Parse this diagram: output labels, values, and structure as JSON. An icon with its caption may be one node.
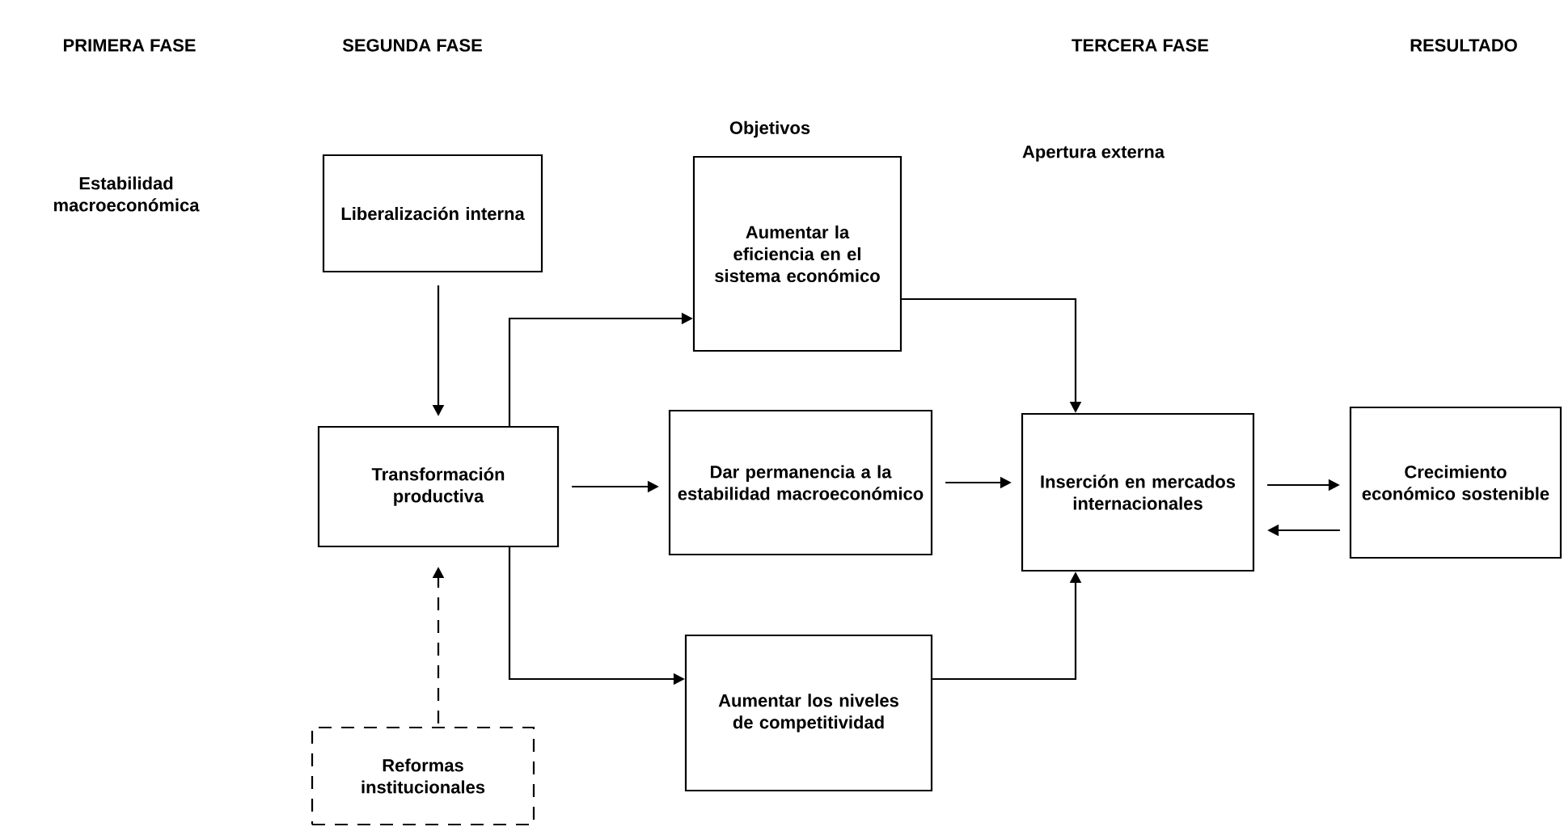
{
  "diagram": {
    "nodes": [
      {
        "text": [
          "Liberalización interna"
        ]
      },
      {
        "text": [
          "Transformación productiva"
        ]
      },
      {
        "text": [
          "Reformas institucionales"
        ]
      },
      {
        "text": [
          "Aumentar la eficiencia en el sistema económico"
        ]
      },
      {
        "text": [
          "Dar permanencia a la estabilidad macroeconómico"
        ]
      },
      {
        "text": [
          "Aumentar los niveles de competitividad"
        ]
      },
      {
        "text": [
          "Inserción en mercados internacionales"
        ]
      },
      {
        "text": [
          "Crecimiento económico sostenible"
        ]
      }
    ],
    "edges": [
      {
        "from": 0,
        "to": 1,
        "arrow": "to"
      },
      {
        "from": 1,
        "to": 3,
        "arrow": "to"
      },
      {
        "from": 1,
        "to": 4,
        "arrow": "to"
      },
      {
        "from": 1,
        "to": 5,
        "arrow": "to"
      },
      {
        "from": 2,
        "to": 1,
        "arrow": "to",
        "style": "dashed"
      },
      {
        "from": 3,
        "to": 6,
        "arrow": "to"
      },
      {
        "from": 4,
        "to": 6,
        "arrow": "to"
      },
      {
        "from": 5,
        "to": 6,
        "arrow": "to"
      },
      {
        "from": 6,
        "to": 7,
        "arrow": "to"
      },
      {
        "from": 7,
        "to": 6,
        "arrow": "to"
      }
    ],
    "labels": [
      "PRIMERA FASE",
      "SEGUNDA FASE",
      "TERCERA FASE",
      "RESULTADO",
      "Objetivos",
      "Apertura externa",
      "Estabilidad macroeconómica"
    ]
  }
}
